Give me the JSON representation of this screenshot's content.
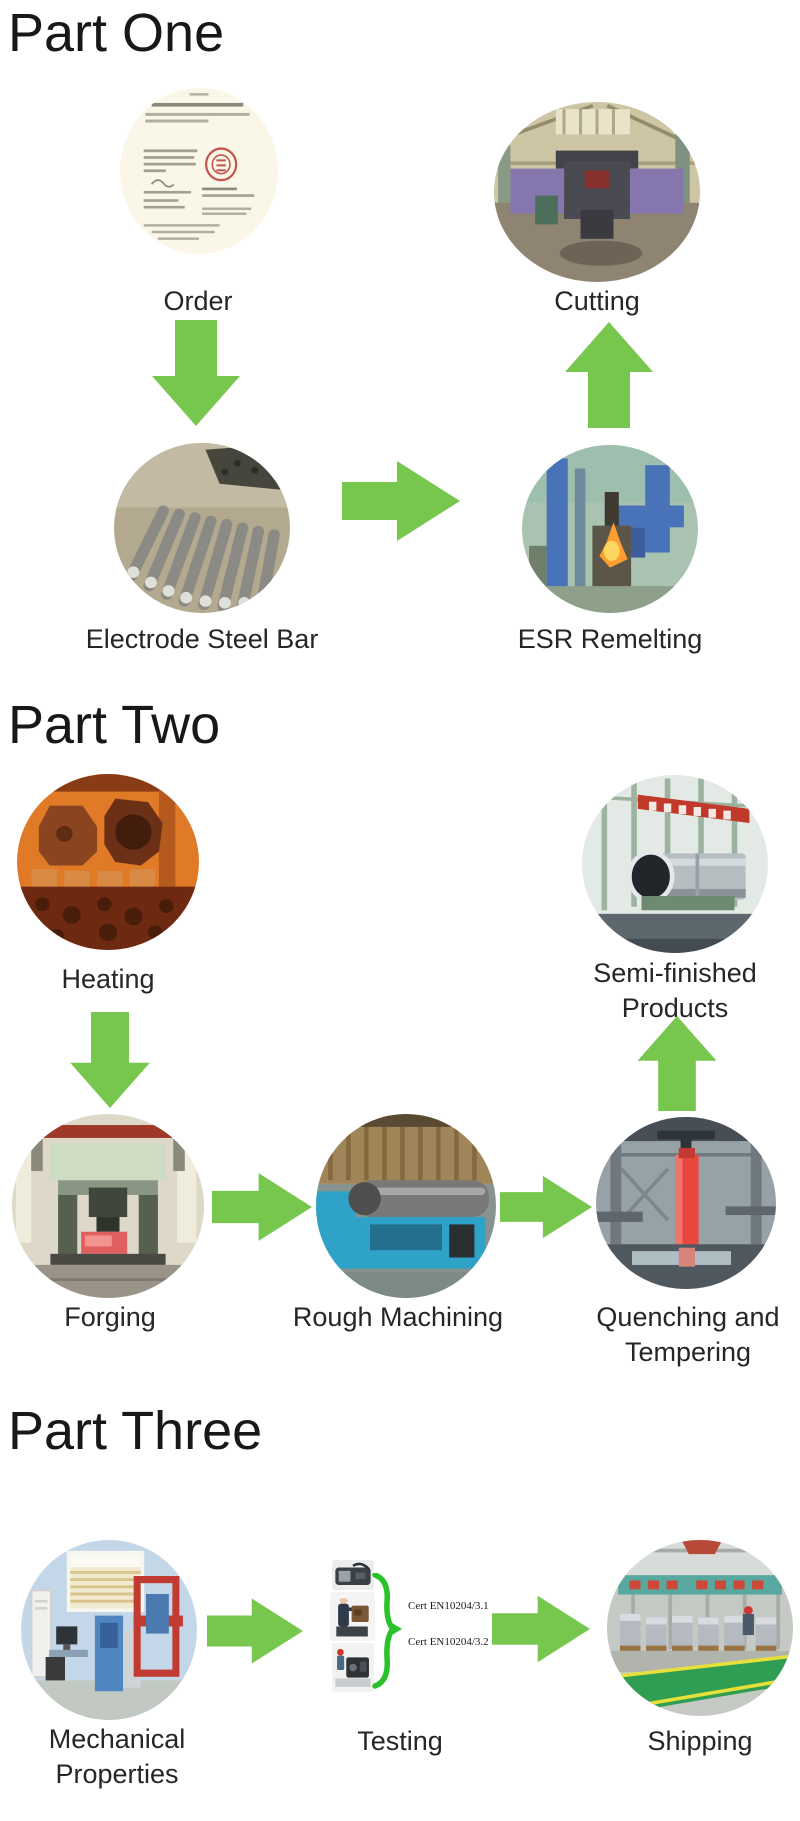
{
  "colors": {
    "arrow_green": "#77c74e",
    "brace_green": "#2bc12b",
    "heading_text": "#181818",
    "label_text": "#262626"
  },
  "part_one": {
    "title": "Part One",
    "steps": {
      "order": {
        "label": "Order",
        "photo": "order-certificate-photo"
      },
      "cutting": {
        "label": "Cutting",
        "photo": "cutting-machine-photo"
      },
      "electrode_steel_bar": {
        "label": "Electrode Steel Bar",
        "photo": "electrode-steel-bars-photo"
      },
      "esr_remelting": {
        "label": "ESR Remelting",
        "photo": "esr-remelting-furnace-photo"
      }
    }
  },
  "part_two": {
    "title": "Part Two",
    "steps": {
      "heating": {
        "label": "Heating",
        "photo": "heating-furnace-photo"
      },
      "semi_finished_products": {
        "label": "Semi-finished Products",
        "photo": "semi-finished-cylinder-photo"
      },
      "forging": {
        "label": "Forging",
        "photo": "forging-press-photo"
      },
      "rough_machining": {
        "label": "Rough Machining",
        "photo": "rough-machining-lathe-photo"
      },
      "quenching_and_tempering": {
        "label": "Quenching and Tempering",
        "photo": "quenching-red-hot-column-photo"
      }
    }
  },
  "part_three": {
    "title": "Part Three",
    "steps": {
      "mechanical_properties": {
        "label": "Mechanical Properties",
        "photo": "mechanical-properties-lab-photo"
      },
      "testing": {
        "label": "Testing",
        "certificates": [
          "Cert EN10204/3.1",
          "Cert EN10204/3.2"
        ]
      },
      "shipping": {
        "label": "Shipping",
        "photo": "shipping-warehouse-photo"
      }
    }
  }
}
